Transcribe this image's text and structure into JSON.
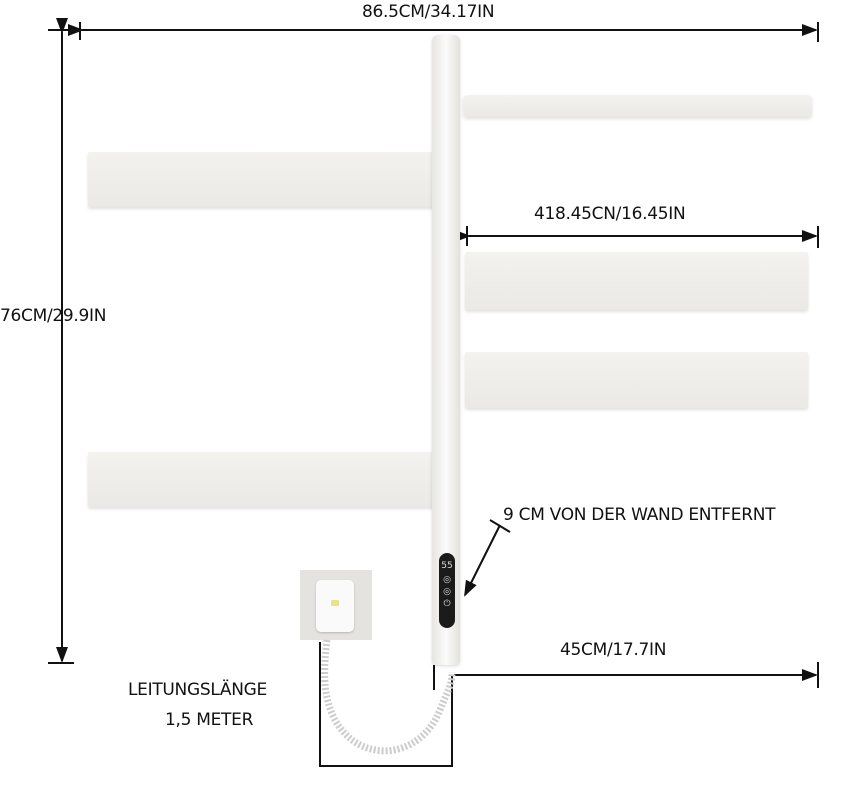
{
  "dimensions": {
    "total_width": "86.5CM/34.17IN",
    "height": "76CM/29.9IN",
    "bar_length": "418.45CN/16.45IN",
    "base_distance": "45CM/17.7IN",
    "wall_distance": "9 CM VON DER WAND ENTFERNT"
  },
  "cable": {
    "label_line1": "LEITUNGSLÄNGE",
    "label_line2": "1,5 METER"
  },
  "control_panel": {
    "display": "55"
  }
}
